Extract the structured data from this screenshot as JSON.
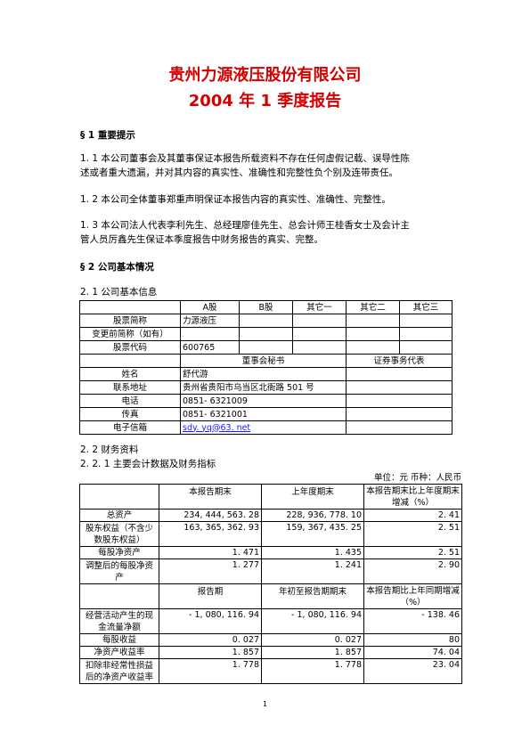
{
  "title": {
    "line1": "贵州力源液压股份有限公司",
    "line2": "2004 年 1 季度报告"
  },
  "sec1": {
    "heading": "§ 1  重要提示",
    "p1_l1": "1. 1 本公司董事会及其董事保证本报告所载资料不存在任何虚假记载、误导性陈",
    "p1_l2": "述或者重大遗漏，并对其内容的真实性、准确性和完整性负个别及连带责任。",
    "p2": "1. 2 本公司全体董事郑重声明保证本报告内容的真实性、准确性、完整性。",
    "p3_l1": "1. 3 本公司法人代表李利先生、总经理廖佳先生、总会计师王桂香女士及会计主",
    "p3_l2": "管人员厉鑫先生保证本季度报告中财务报告的真实、完整。"
  },
  "sec2": {
    "heading": "§ 2  公司基本情况",
    "sub21": "2. 1  公司基本信息",
    "sub22": "2. 2  财务资料",
    "sub221": "2. 2. 1  主要会计数据及财务指标"
  },
  "basic_info": {
    "cols": [
      "A股",
      "B股",
      "其它一",
      "其它二",
      "其它三"
    ],
    "row_abbr": {
      "label": "股票简称",
      "a": "力源液压"
    },
    "row_prev": {
      "label": "变更前简称（如有）"
    },
    "row_code": {
      "label": "股票代码",
      "a": "600765"
    },
    "secretary_header": "董事会秘书",
    "rep_header": "证券事务代表",
    "contacts": [
      {
        "label": "姓名",
        "value": "舒代游"
      },
      {
        "label": "联系地址",
        "value": "贵州省贵阳市乌当区北衙路 501 号"
      },
      {
        "label": "电话",
        "value": "0851- 6321009"
      },
      {
        "label": "传真",
        "value": "0851- 6321001"
      },
      {
        "label": "电子信箱",
        "value": "sdy. yq@63. net"
      }
    ]
  },
  "finance": {
    "unit": "单位：元  币种：人民币",
    "h1": [
      "本报告期末",
      "上年度期末",
      "本报告期末比上年度期末增减（%）"
    ],
    "rows1": [
      {
        "label": "总资产",
        "a": "234, 444, 563. 28",
        "b": "228, 936, 778. 10",
        "c": "2. 41"
      },
      {
        "label": "股东权益（不含少数股东权益）",
        "a": "163, 365, 362. 93",
        "b": "159, 367, 435. 25",
        "c": "2. 51"
      },
      {
        "label": "每股净资产",
        "a": "1. 471",
        "b": "1. 435",
        "c": "2. 51"
      },
      {
        "label": "调整后的每股净资产",
        "a": "1. 277",
        "b": "1. 241",
        "c": "2. 90"
      }
    ],
    "h2": [
      "报告期",
      "年初至报告期期末",
      "本报告期比上年同期增减（%）"
    ],
    "rows2": [
      {
        "label": "经营活动产生的现金流量净额",
        "a": "- 1, 080, 116. 94",
        "b": "- 1, 080, 116. 94",
        "c": "- 138. 46"
      },
      {
        "label": "每股收益",
        "a": "0. 027",
        "b": "0. 027",
        "c": "80"
      },
      {
        "label": "净资产收益率",
        "a": "1. 857",
        "b": "1. 857",
        "c": "74. 04"
      },
      {
        "label": "扣除非经常性损益后的净资产收益率",
        "a": "1. 778",
        "b": "1. 778",
        "c": "23. 04"
      }
    ]
  },
  "page_number": "1"
}
